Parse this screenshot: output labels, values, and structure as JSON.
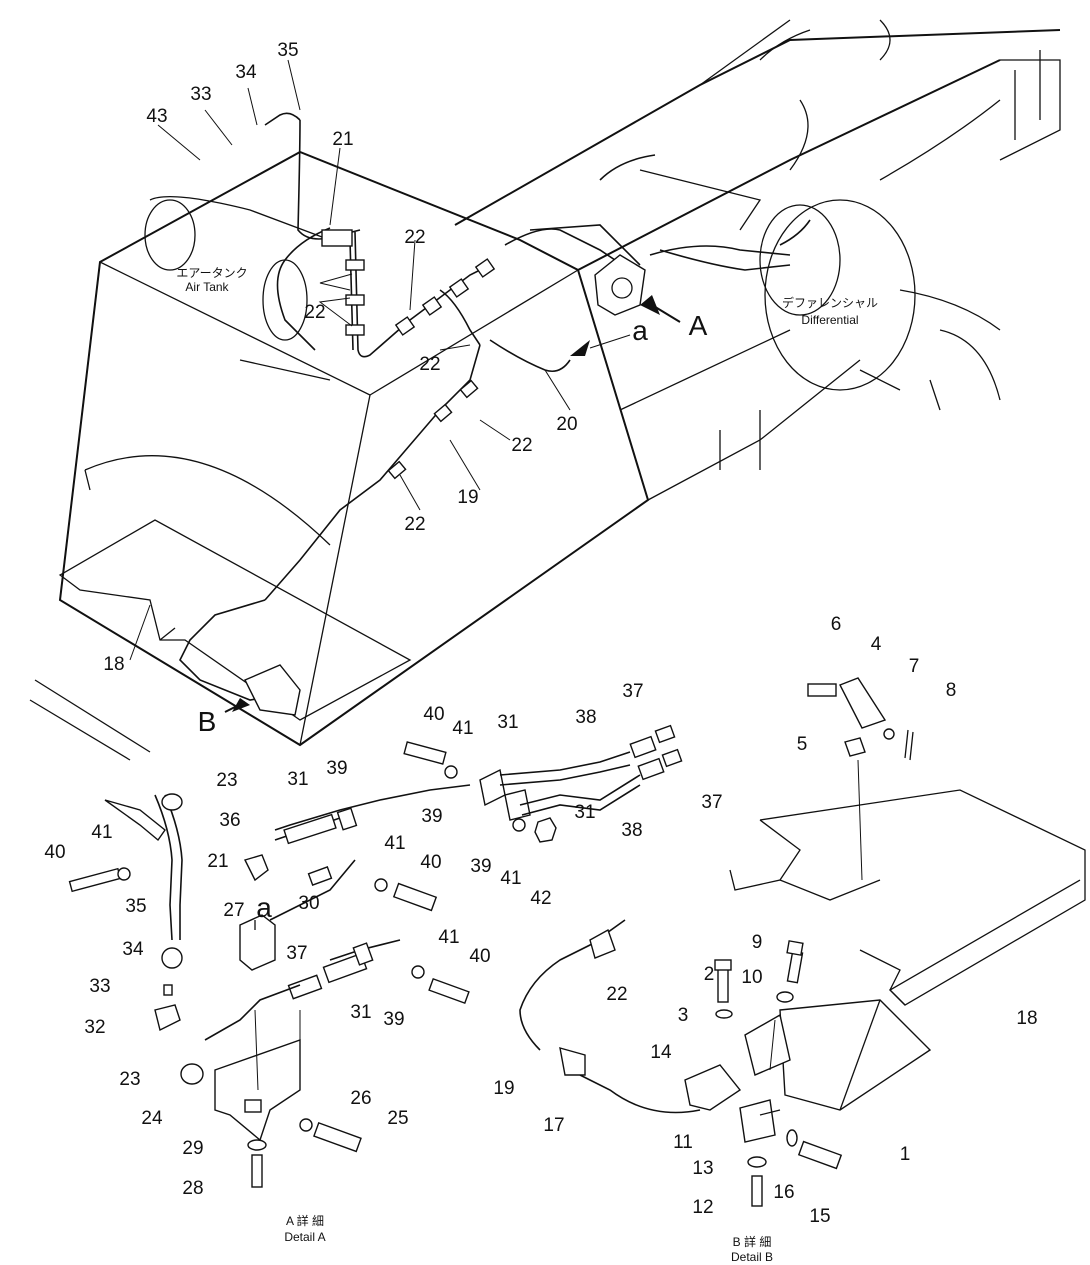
{
  "labels": {
    "air_tank_jp": "エアータンク",
    "air_tank_en": "Air Tank",
    "differential_jp": "デファレンシャル",
    "differential_en": "Differential",
    "view_a": "A",
    "view_b": "B",
    "connection_a": "a",
    "detail_a_jp": "A 詳 細",
    "detail_a_en": "Detail A",
    "detail_b_jp": "B 詳 細",
    "detail_b_en": "Detail B"
  },
  "callouts": {
    "c1": "1",
    "c2": "2",
    "c3": "3",
    "c4": "4",
    "c5": "5",
    "c6": "6",
    "c7": "7",
    "c8": "8",
    "c9": "9",
    "c10": "10",
    "c11": "11",
    "c12": "12",
    "c13": "13",
    "c14": "14",
    "c15": "15",
    "c16": "16",
    "c17": "17",
    "c18": "18",
    "c19": "19",
    "c20": "20",
    "c21": "21",
    "c22": "22",
    "c23": "23",
    "c24": "24",
    "c25": "25",
    "c26": "26",
    "c27": "27",
    "c28": "28",
    "c29": "29",
    "c30": "30",
    "c31": "31",
    "c32": "32",
    "c33": "33",
    "c34": "34",
    "c35": "35",
    "c36": "36",
    "c37": "37",
    "c38": "38",
    "c39": "39",
    "c40": "40",
    "c41": "41",
    "c42": "42",
    "c43": "43"
  }
}
